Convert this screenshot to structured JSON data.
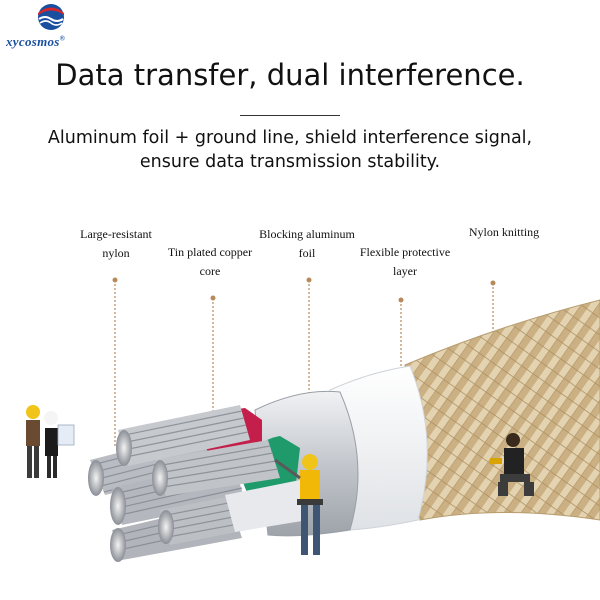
{
  "brand": {
    "name": "xycosmos",
    "mark": "®",
    "logo_icon": "globe-wave-logo"
  },
  "headline": "Data transfer, dual interference.",
  "subtext": {
    "line1": "Aluminum foil + ground line, shield interference signal,",
    "line2": "ensure data transmission stability."
  },
  "callouts": {
    "nylon": {
      "line1": "Large-resistant",
      "line2": "nylon"
    },
    "copper": {
      "line1": "Tin plated copper",
      "line2": "core"
    },
    "foil": {
      "line1": "Blocking aluminum",
      "line2": "foil"
    },
    "protective": {
      "line1": "Flexible protective",
      "line2": "layer"
    },
    "knitting": {
      "line1": "Nylon knitting"
    }
  },
  "colors": {
    "brand_blue": "#1a4fa0",
    "brand_red": "#d8262a",
    "braid_gold": "#c9ab79",
    "red_wire": "#c41e4a",
    "green_wire": "#1f9a6b",
    "foil_silver": "#c8ccd2",
    "leader_line": "#b88a5a"
  }
}
